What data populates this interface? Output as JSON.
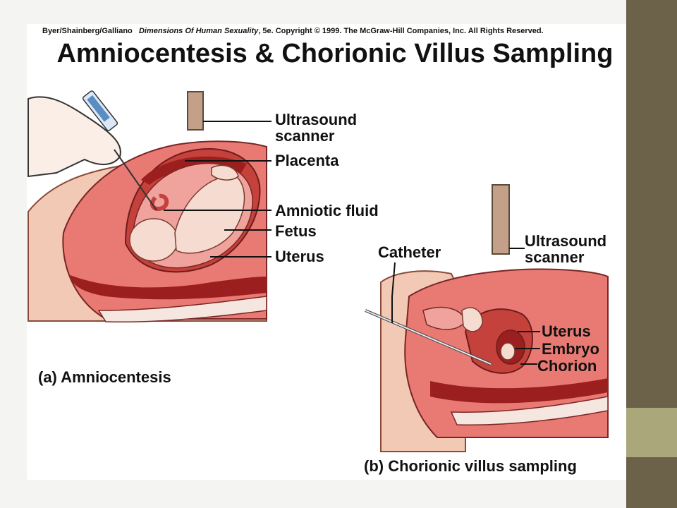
{
  "copyright": {
    "authors": "Byer/Shainberg/Galliano",
    "book": "Dimensions Of Human Sexuality",
    "rest": ", 5e. Copyright © 1999. The McGraw-Hill Companies, Inc. All Rights Reserved."
  },
  "title": "Amniocentesis & Chorionic Villus Sampling",
  "panel_a": {
    "caption": "(a)  Amniocentesis",
    "labels": {
      "ultrasound": "Ultrasound scanner",
      "placenta": "Placenta",
      "amniotic": "Amniotic fluid",
      "fetus": "Fetus",
      "uterus": "Uterus"
    }
  },
  "panel_b": {
    "caption": "(b) Chorionic villus sampling",
    "labels": {
      "catheter": "Catheter",
      "ultrasound": "Ultrasound scanner",
      "uterus": "Uterus",
      "embryo": "Embryo",
      "chorion": "Chorion"
    }
  },
  "colors": {
    "skin": "#f2c9b4",
    "tissue": "#e87a73",
    "dark_tissue": "#9c1f1f",
    "scanner": "#c4a089",
    "sidebar_dark": "#6b6249",
    "sidebar_light": "#aaa77b"
  }
}
